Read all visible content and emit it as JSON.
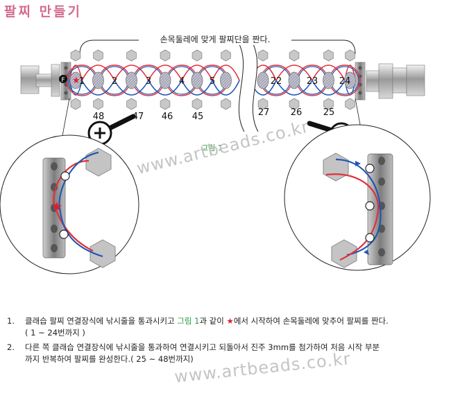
{
  "title": "팔찌 만들기",
  "bracket_label": "손목둘레에 맞게 팔찌단을 짠다.",
  "figure_caption": "그림 1",
  "start_marker": "F",
  "zoom_icon": "magnifier-plus-icon",
  "watermark": "www.artbeads.co.kr",
  "bead_numbers_left": [
    "1",
    "2",
    "3",
    "4",
    "5"
  ],
  "bead_numbers_right": [
    "22",
    "23",
    "24"
  ],
  "bottom_numbers_left": [
    "48",
    "47",
    "46",
    "45"
  ],
  "bottom_numbers_right": [
    "27",
    "26",
    "25"
  ],
  "colors": {
    "red_thread": "#e0313a",
    "blue_thread": "#2257b5",
    "title_pink": "#d36b8c",
    "caption_green": "#2a9a3a",
    "star_red": "#e01d2b"
  },
  "instructions": [
    {
      "number": "1.",
      "pre": "클래습 팔찌 연결장식에 낚시줄을 통과시키고 ",
      "highlight": "그림 1",
      "mid": "과 같이 ",
      "star": "★",
      "post": "에서 시작하여 손목둘레에 맞추어 팔찌를 짠다.",
      "sub": "( 1 ~ 24번까지 )"
    },
    {
      "number": "2.",
      "text": "다른 쪽 클래습 연결장식에 낚시줄을 통과하여 연결시키고 되돌아서 진주 3mm를 첨가하여  처음 시작 부분",
      "sub": "까지 반복하여 팔찌를 완성한다.( 25 ~ 48번까지)"
    }
  ]
}
